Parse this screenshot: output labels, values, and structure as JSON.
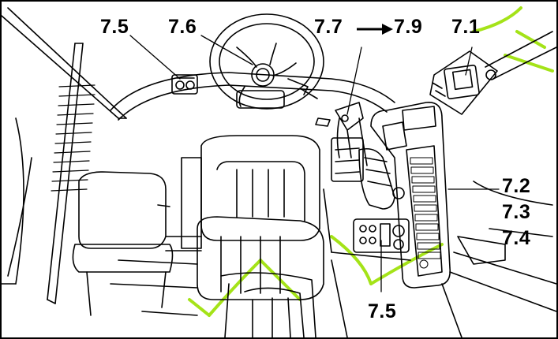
{
  "labels": {
    "top_left_7_5": "7.5",
    "steering_7_6": "7.6",
    "lever_range_start": "7.7",
    "lever_range_end": "7.9",
    "armrest_7_1": "7.1",
    "console_7_2": "7.2",
    "console_7_3": "7.3",
    "console_7_4": "7.4",
    "bottom_7_5": "7.5"
  },
  "arrow_glyph": "→",
  "colors": {
    "line": "#000000",
    "background": "#ffffff",
    "watermark": "#9be000"
  },
  "icons": {
    "arrow": "right-arrow-icon"
  }
}
